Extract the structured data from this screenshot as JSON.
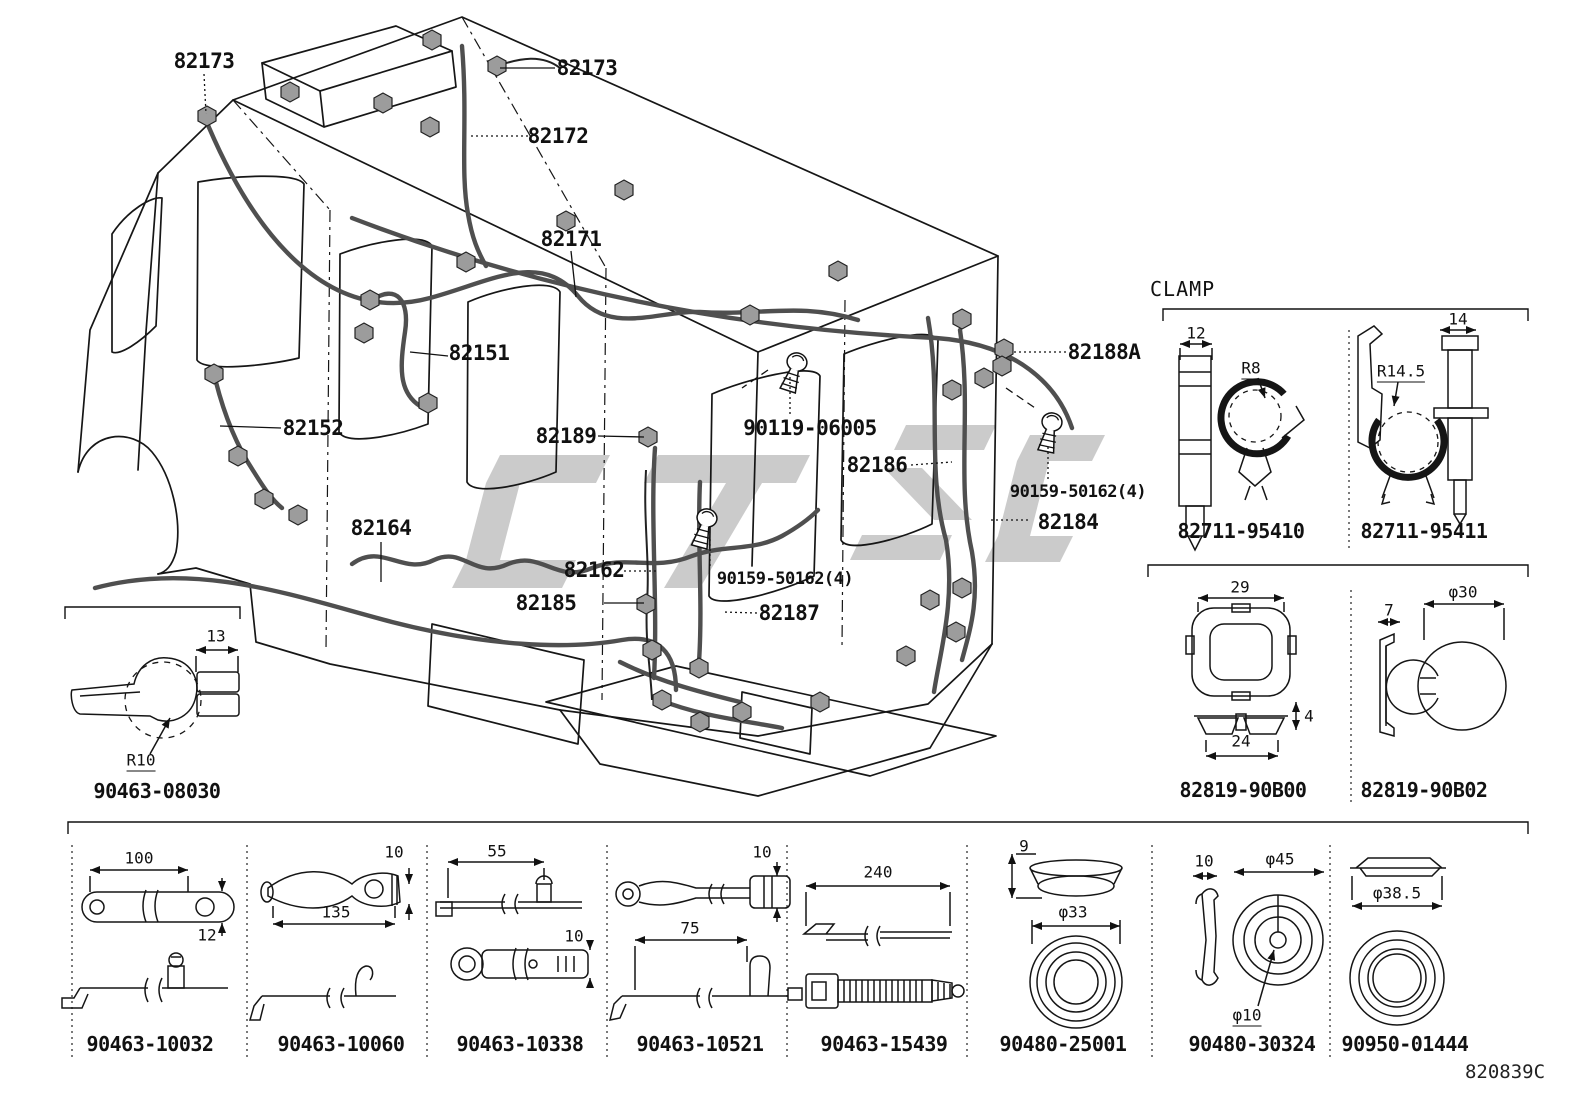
{
  "page": {
    "clamp_title": "CLAMP",
    "doc_code": "820839C",
    "watermark_color": "#cbcbcb"
  },
  "callouts": [
    {
      "label": "82173"
    },
    {
      "label": "82173"
    },
    {
      "label": "82172"
    },
    {
      "label": "82171"
    },
    {
      "label": "82151"
    },
    {
      "label": "82152"
    },
    {
      "label": "82189"
    },
    {
      "label": "90119-06005"
    },
    {
      "label": "82186"
    },
    {
      "label": "82188A"
    },
    {
      "label": "90159-50162(4)"
    },
    {
      "label": "82184"
    },
    {
      "label": "82164"
    },
    {
      "label": "82162"
    },
    {
      "label": "90159-50162(4)"
    },
    {
      "label": "82185"
    },
    {
      "label": "82187"
    }
  ],
  "hook_box": {
    "part": "90463-08030",
    "dim_width": "13",
    "dim_radius": "R10"
  },
  "clamp_cells": [
    {
      "part": "82711-95410",
      "dim_width": "12",
      "dim_radius": "R8"
    },
    {
      "part": "82711-95411",
      "dim_width": "14",
      "dim_radius": "R14.5"
    },
    {
      "part": "82819-90B00",
      "dim_width": "29",
      "dim_bottom": "24",
      "dim_height": "4"
    },
    {
      "part": "82819-90B02",
      "dim_width": "7",
      "dim_diameter": "φ30"
    }
  ],
  "bottom_cells": [
    {
      "part": "90463-10032",
      "dims": [
        "100",
        "12"
      ]
    },
    {
      "part": "90463-10060",
      "dims": [
        "10",
        "135"
      ]
    },
    {
      "part": "90463-10338",
      "dims": [
        "55",
        "10"
      ]
    },
    {
      "part": "90463-10521",
      "dims": [
        "10",
        "75"
      ]
    },
    {
      "part": "90463-15439",
      "dims": [
        "240"
      ]
    },
    {
      "part": "90480-25001",
      "dims": [
        "9",
        "φ33"
      ]
    },
    {
      "part": "90480-30324",
      "dims": [
        "10",
        "φ45",
        "φ10"
      ]
    },
    {
      "part": "90950-01444",
      "dims": [
        "φ38.5"
      ]
    }
  ]
}
